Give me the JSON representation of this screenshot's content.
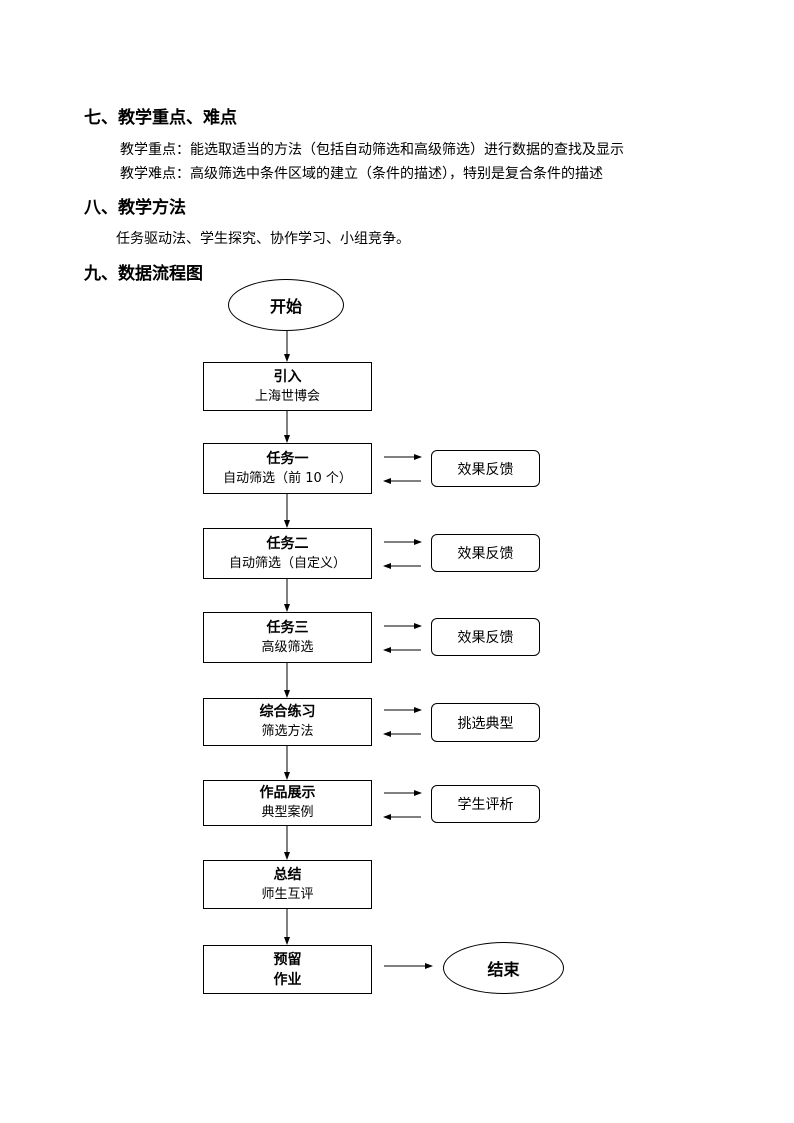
{
  "sections": [
    {
      "heading": "七、教学重点、难点",
      "lines": [
        "教学重点：能选取适当的方法（包括自动筛选和高级筛选）进行数据的查找及显示",
        "教学难点：高级筛选中条件区域的建立（条件的描述），特别是复合条件的描述"
      ]
    },
    {
      "heading": "八、教学方法",
      "lines": [
        "任务驱动法、学生探究、协作学习、小组竞争。"
      ]
    },
    {
      "heading": "九、数据流程图"
    }
  ],
  "flowchart": {
    "start": "开始",
    "steps": [
      {
        "title": "引入",
        "subtitle": "上海世博会"
      },
      {
        "title": "任务一",
        "subtitle": "自动筛选（前 10 个）",
        "feedback": "效果反馈"
      },
      {
        "title": "任务二",
        "subtitle": "自动筛选（自定义）",
        "feedback": "效果反馈"
      },
      {
        "title": "任务三",
        "subtitle": "高级筛选",
        "feedback": "效果反馈"
      },
      {
        "title": "综合练习",
        "subtitle": "筛选方法",
        "feedback": "挑选典型"
      },
      {
        "title": "作品展示",
        "subtitle": "典型案例",
        "feedback": "学生评析"
      },
      {
        "title": "总结",
        "subtitle": "师生互评"
      },
      {
        "title": "预留",
        "subtitle": "作业"
      }
    ],
    "end": "结束"
  }
}
